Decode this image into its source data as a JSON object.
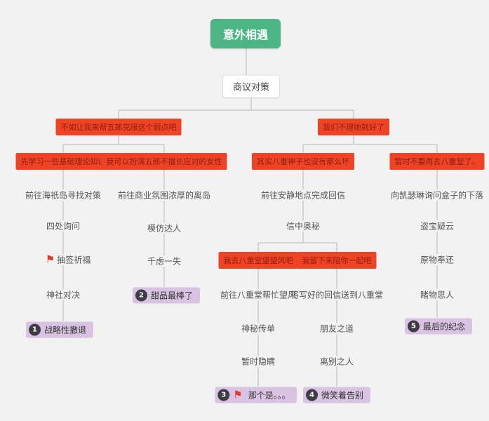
{
  "colors": {
    "background": "#f2f2f2",
    "root_green": "#4db583",
    "choice_red": "#ee4425",
    "choice_text_dark_red": "#8f1d10",
    "ending_purple": "#d9c3e2",
    "badge_circle": "#3d3d43",
    "flag_red": "#e03c2d",
    "connector_gray": "#c9c9c9",
    "step_text": "#555555"
  },
  "icons": {
    "flag": "⚑"
  },
  "flowchart": {
    "root": "意外相遇",
    "plan": "商议对策",
    "branches": [
      {
        "choice": "不如让我来帮五郎克服这个弱点吧",
        "paths": [
          {
            "choice": "先学习一些基础理论知识",
            "steps": [
              "前往海祇岛寻找对策",
              "四处询问",
              "抽签祈福",
              "神社对决"
            ],
            "flagged_step": "抽签祈福",
            "ending": {
              "number": "1",
              "label": "战略性撤退",
              "flag": false
            }
          },
          {
            "choice": "我可以扮演五郎不擅长应对的女性",
            "steps": [
              "前往商业氛围浓厚的离岛",
              "模仿达人",
              "千虑一失"
            ],
            "ending": {
              "number": "2",
              "label": "甜品最棒了",
              "flag": false
            }
          }
        ]
      },
      {
        "choice": "我们不理她就好了",
        "paths": [
          {
            "choice": "其实八重神子也没有那么坏",
            "steps": [
              "前往安静地点完成回信",
              "信中奥秘"
            ],
            "subpaths": [
              {
                "choice": "我去八重堂望望风吧",
                "steps": [
                  "前往八重堂帮忙望风",
                  "神秘传单",
                  "暂时隐瞒"
                ],
                "ending": {
                  "number": "3",
                  "label": "那个是。。。",
                  "flag": true
                }
              },
              {
                "choice": "我留下来陪你一起吧",
                "steps": [
                  "将写好的回信送到八重堂",
                  "朋友之道",
                  "离别之人"
                ],
                "ending": {
                  "number": "4",
                  "label": "微笑着告别",
                  "flag": false
                }
              }
            ]
          },
          {
            "choice": "暂时不要再去八重堂了。",
            "steps": [
              "向凯瑟琳询问盒子的下落",
              "盗宝疑云",
              "原物奉还",
              "睹物思人"
            ],
            "ending": {
              "number": "5",
              "label": "最后的纪念",
              "flag": false
            }
          }
        ]
      }
    ]
  }
}
